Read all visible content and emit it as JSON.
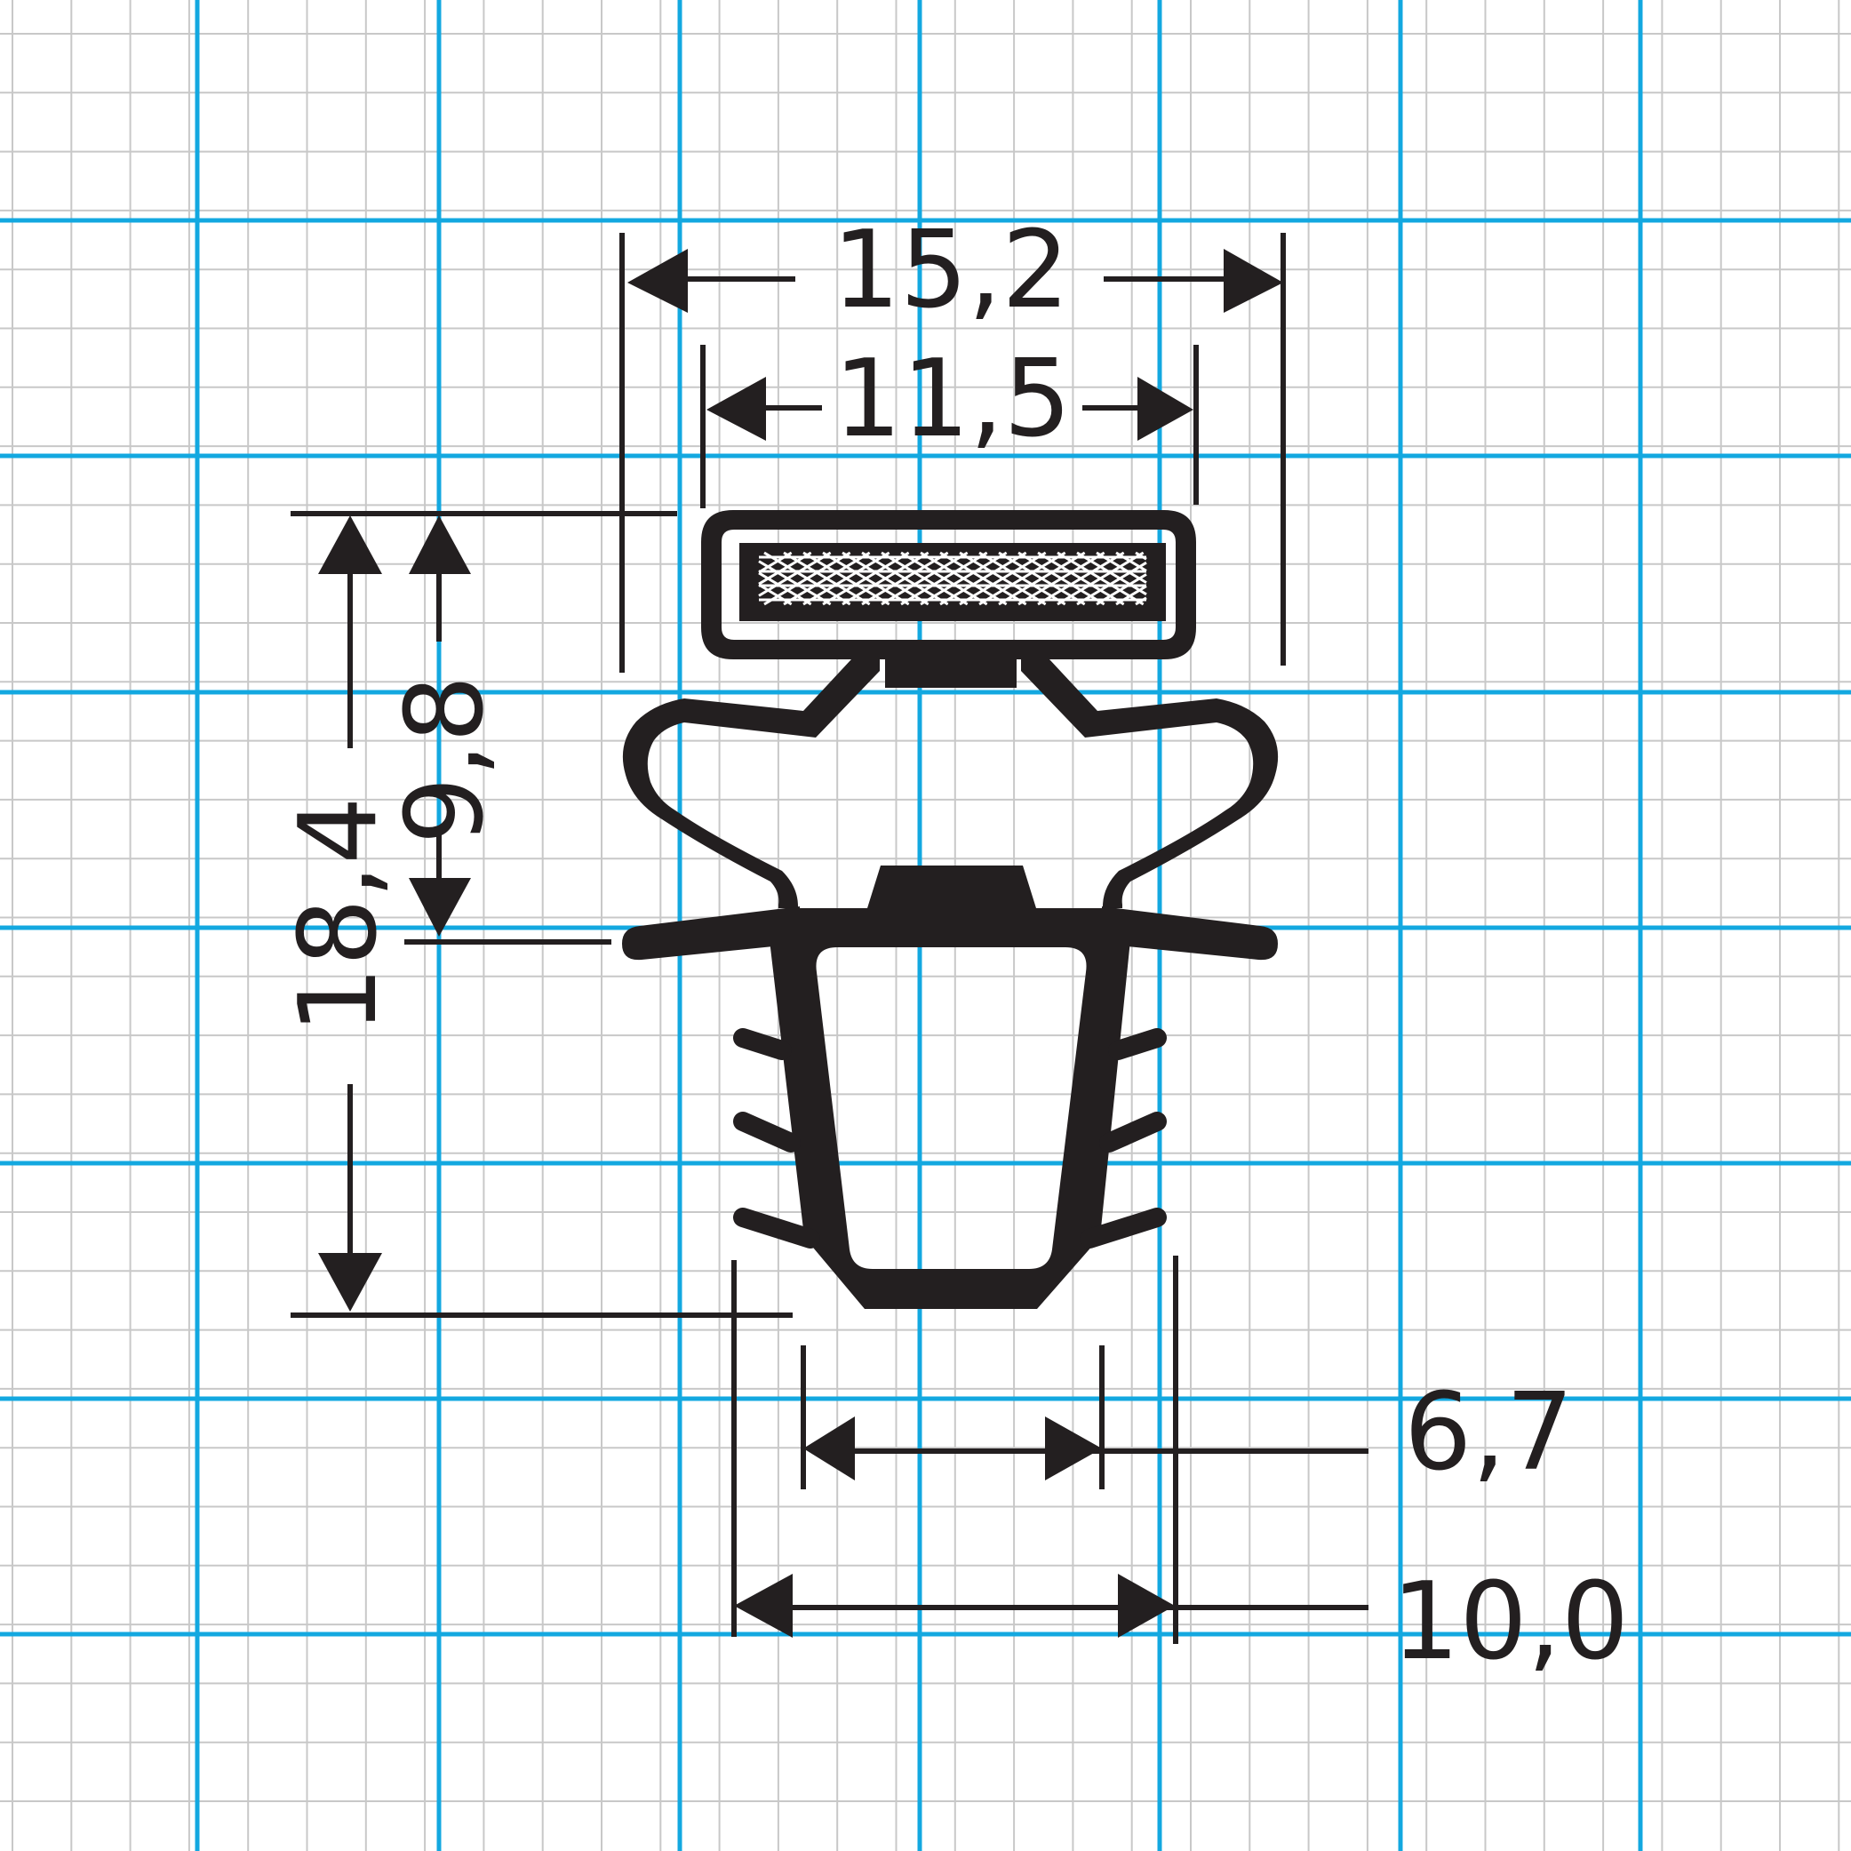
{
  "colors": {
    "fine_grid": "#c8c8c8",
    "major_grid": "#13a8e0",
    "ink": "#231f20",
    "paper": "#ffffff"
  },
  "dimensions": {
    "overall_width": "15,2",
    "magnet_width": "11,5",
    "overall_height": "18,4",
    "magnet_to_wings": "9,8",
    "inner_foot_width": "6,7",
    "outer_foot_width": "10,0"
  }
}
